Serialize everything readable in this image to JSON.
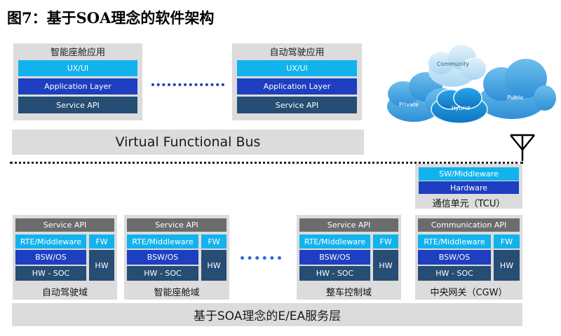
{
  "title": "图7：基于SOA理念的软件架构",
  "top_apps": [
    {
      "name": "智能座舱应用",
      "layers": [
        "UX/UI",
        "Application Layer",
        "Service API"
      ]
    },
    {
      "name": "自动驾驶应用",
      "layers": [
        "UX/UI",
        "Application Layer",
        "Service API"
      ]
    }
  ],
  "bus": "Virtual Functional Bus",
  "cloud": {
    "community": "Community",
    "private": "Private",
    "hybrid": "Hybrid",
    "public": "Public"
  },
  "tcu": {
    "layers": [
      "SW/Middleware",
      "Hardware"
    ],
    "name": "通信单元（TCU）"
  },
  "domains": [
    {
      "name": "自动驾驶域",
      "api": "Service API",
      "rte": "RTE/Middleware",
      "bsw": "BSW/OS",
      "hw_soc": "HW - SOC",
      "fw": "FW",
      "hw": "HW"
    },
    {
      "name": "智能座舱域",
      "api": "Service API",
      "rte": "RTE/Middleware",
      "bsw": "BSW/OS",
      "hw_soc": "HW - SOC",
      "fw": "FW",
      "hw": "HW"
    },
    {
      "name": "整车控制域",
      "api": "Service API",
      "rte": "RTE/Middleware",
      "bsw": "BSW/OS",
      "hw_soc": "HW - SOC",
      "fw": "FW",
      "hw": "HW"
    },
    {
      "name": "中央网关（CGW）",
      "api": "Communication API",
      "rte": "RTE/Middleware",
      "bsw": "BSW/OS",
      "hw_soc": "HW - SOC",
      "fw": "FW",
      "hw": "HW"
    }
  ],
  "bottom_layer": "基于SOA理念的E/EA服务层",
  "colors": {
    "cyan": "#12b3ec",
    "blue": "#1d3fc0",
    "navy": "#264d73",
    "gray": "#6c6c6c",
    "panel": "#dcdcdd",
    "dots": "#1f3fae"
  }
}
